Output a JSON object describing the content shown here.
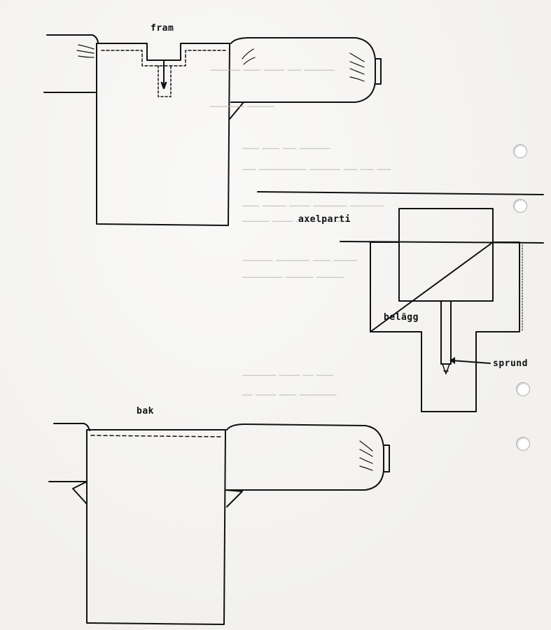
{
  "labels": {
    "fram": "fram",
    "axelparti": "axelparti",
    "belagg": "belägg",
    "sprund": "sprund",
    "bak": "bak"
  },
  "colors": {
    "ink": "#111111",
    "paper": "#f2f1ef"
  }
}
